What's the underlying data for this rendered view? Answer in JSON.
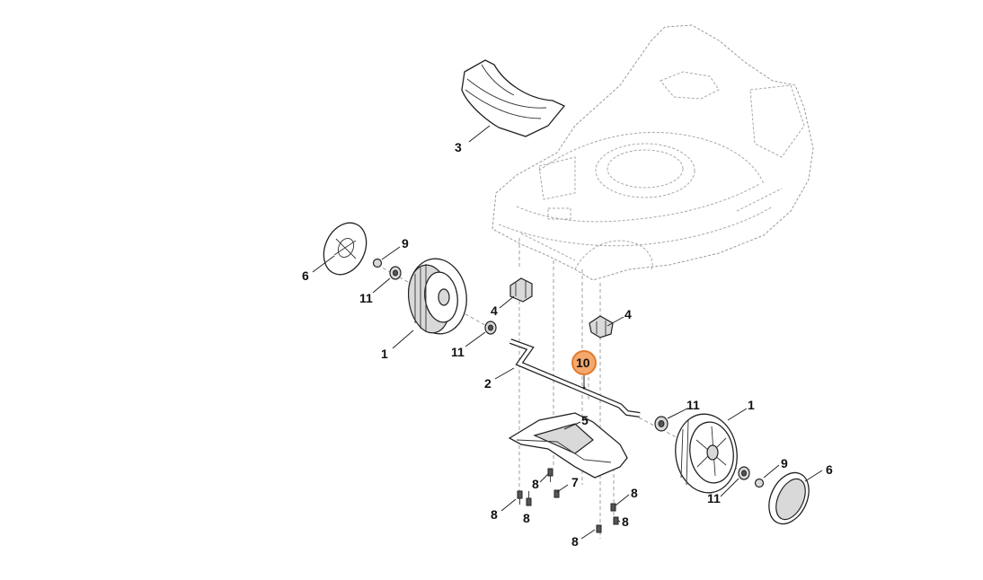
{
  "diagram": {
    "callouts": {
      "c3": "3",
      "c6a": "6",
      "c9a": "9",
      "c11a": "11",
      "c1a": "1",
      "c4a": "4",
      "c11b": "11",
      "c4b": "4",
      "c2": "2",
      "c10": "10",
      "c11c": "11",
      "c1b": "1",
      "c5": "5",
      "c7": "7",
      "c8a": "8",
      "c8b": "8",
      "c8c": "8",
      "c8d": "8",
      "c8e": "8",
      "c8f": "8",
      "c9b": "9",
      "c6b": "6",
      "c11d": "11"
    },
    "highlighted_callout": "10",
    "highlight_color": "#f5a86b",
    "highlight_stroke": "#e07b30"
  }
}
